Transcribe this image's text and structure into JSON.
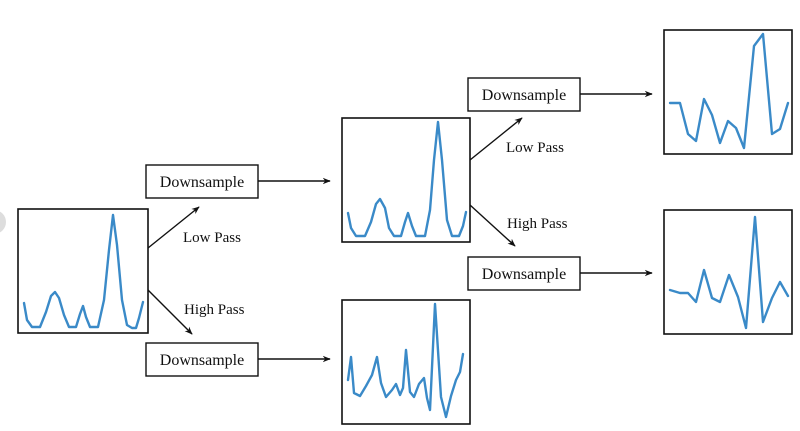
{
  "labels": {
    "downsample": "Downsample",
    "low_pass": "Low Pass",
    "high_pass": "High Pass"
  },
  "colors": {
    "signal": "#3a8ac8",
    "stroke": "#111111"
  }
}
